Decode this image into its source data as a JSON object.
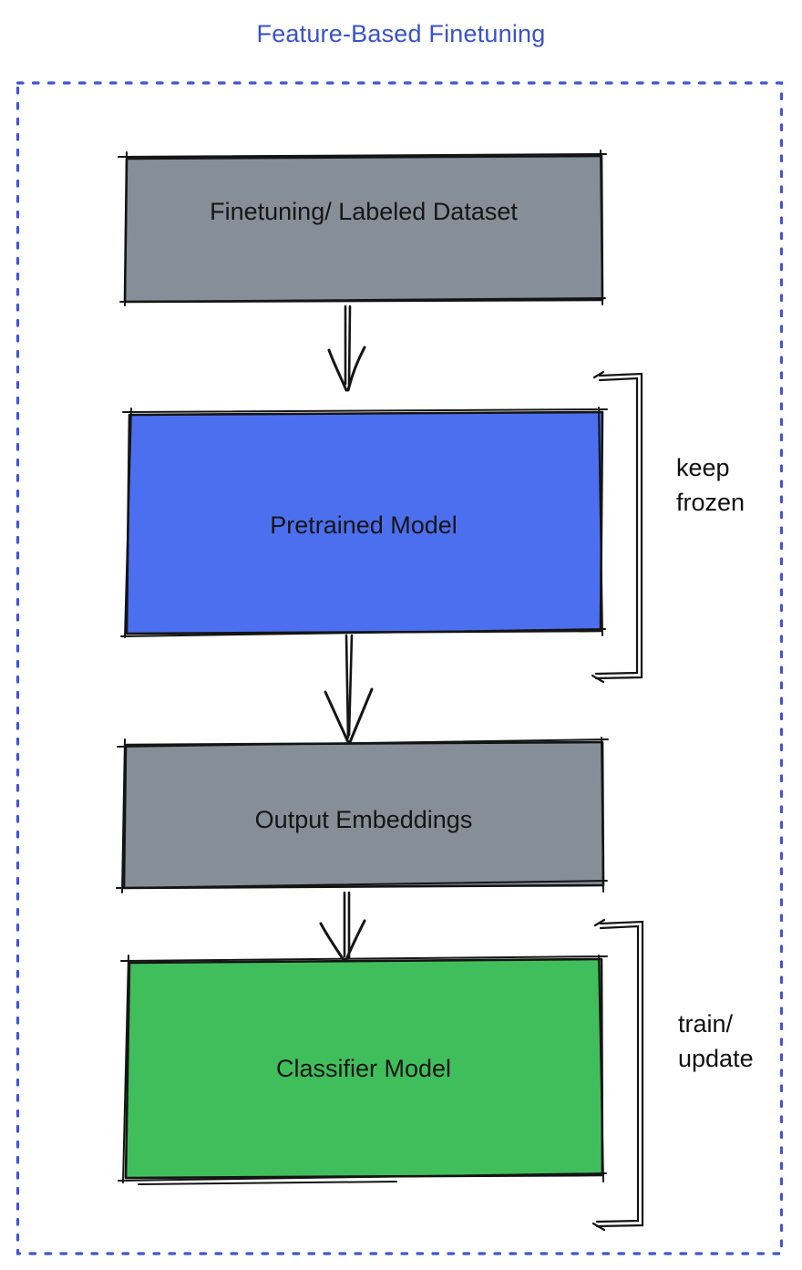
{
  "title": "Feature-Based Finetuning",
  "colors": {
    "title_blue": "#3a52c8",
    "border_blue": "#4156cd",
    "node_gray": "#868e98",
    "node_blue": "#4c6fef",
    "node_green": "#41be5c",
    "ink": "#141414"
  },
  "nodes": [
    {
      "id": "dataset",
      "label": "Finetuning/ Labeled Dataset",
      "fill": "gray"
    },
    {
      "id": "pretrained",
      "label": "Pretrained Model",
      "fill": "blue"
    },
    {
      "id": "embeddings",
      "label": "Output Embeddings",
      "fill": "gray"
    },
    {
      "id": "classifier",
      "label": "Classifier Model",
      "fill": "green"
    }
  ],
  "annotations": [
    {
      "id": "keep-frozen",
      "target": "pretrained",
      "label": "keep\nfrozen"
    },
    {
      "id": "train-update",
      "target": "classifier",
      "label": "train/\nupdate"
    }
  ]
}
